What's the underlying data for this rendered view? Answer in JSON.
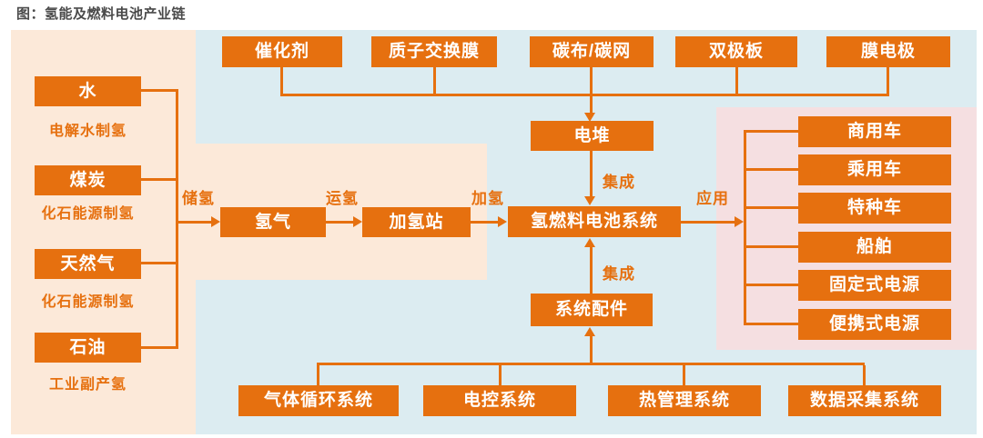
{
  "title": "图：氢能及燃料电池产业链",
  "colors": {
    "box_orange": "#E6700F",
    "panel_peach": "#FCE9D9",
    "panel_blue": "#DCECF1",
    "panel_pink": "#F5DFE1",
    "title_gray": "#4A4A4A"
  },
  "sources": {
    "items": [
      {
        "name": "水",
        "method": "电解水制氢"
      },
      {
        "name": "煤炭",
        "method": "化石能源制氢"
      },
      {
        "name": "天然气",
        "method": "化石能源制氢"
      },
      {
        "name": "石油",
        "method": "工业副产氢"
      }
    ]
  },
  "components": {
    "items": [
      "催化剂",
      "质子交换膜",
      "碳布/碳网",
      "双极板",
      "膜电极"
    ]
  },
  "midstream": {
    "stack": "电堆",
    "hydrogen": "氢气",
    "station": "加氢站",
    "system": "氢燃料电池系统",
    "accessories": "系统配件"
  },
  "flow_labels": {
    "storage": "储氢",
    "transport": "运氢",
    "refueling": "加氢",
    "integration_upper": "集成",
    "integration_lower": "集成",
    "application": "应用"
  },
  "applications": {
    "items": [
      "商用车",
      "乘用车",
      "特种车",
      "船舶",
      "固定式电源",
      "便携式电源"
    ]
  },
  "subsystems": {
    "items": [
      "气体循环系统",
      "电控系统",
      "热管理系统",
      "数据采集系统"
    ]
  }
}
